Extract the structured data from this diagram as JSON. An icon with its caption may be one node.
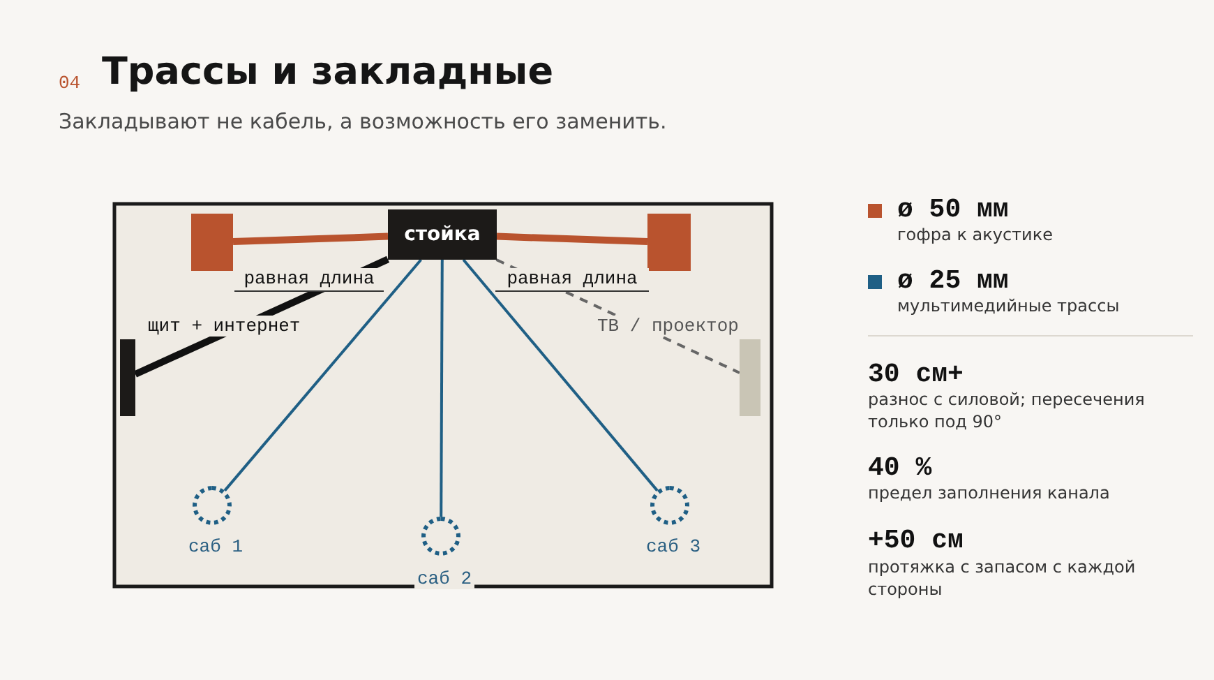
{
  "diagram": {
    "title": "Трассы и закладные",
    "nodes": [
      {
        "text": [
          "стойка"
        ]
      },
      {
        "text": [],
        "shape": "box"
      },
      {
        "text": [],
        "shape": "box"
      },
      {
        "text": [],
        "shape": "bar",
        "beside": [
          "щит + интернет"
        ]
      },
      {
        "text": [],
        "shape": "bar",
        "beside": [
          "ТВ / проектор"
        ]
      },
      {
        "text": [],
        "shape": "circle",
        "beside": [
          "саб 1"
        ]
      },
      {
        "text": [],
        "shape": "circle",
        "beside": [
          "саб 2"
        ]
      },
      {
        "text": [],
        "shape": "circle",
        "beside": [
          "саб 3"
        ]
      }
    ],
    "edges": [
      {
        "from": 0,
        "to": 1,
        "arrow": "none",
        "style": "thick",
        "color": "#b9532e"
      },
      {
        "from": 0,
        "to": 2,
        "arrow": "none",
        "style": "thick",
        "color": "#b9532e"
      },
      {
        "from": 0,
        "to": 3,
        "arrow": "none",
        "style": "thick",
        "color": "#111111"
      },
      {
        "from": 0,
        "to": 4,
        "arrow": "none",
        "style": "dashed",
        "color": "#666666"
      },
      {
        "from": 0,
        "to": 5,
        "arrow": "none"
      },
      {
        "from": 0,
        "to": 6,
        "arrow": "none"
      },
      {
        "from": 0,
        "to": 7,
        "arrow": "none"
      }
    ],
    "labels": [
      "04",
      "Закладывают не кабель, а возможность его заменить.",
      "равная длина",
      "равная длина",
      "гофра к акустике",
      "мультимедийные трассы",
      "30 см+",
      "разнос с силовой; пересечения только под 90°",
      "40 %",
      "предел заполнения канала",
      "+50 см",
      "протяжка с запасом с каждой стороны"
    ],
    "legend": [
      {
        "text": "ø 50 мм",
        "color": "#b9532e"
      },
      {
        "text": "ø 25 мм",
        "color": "#1f5f85"
      }
    ]
  }
}
